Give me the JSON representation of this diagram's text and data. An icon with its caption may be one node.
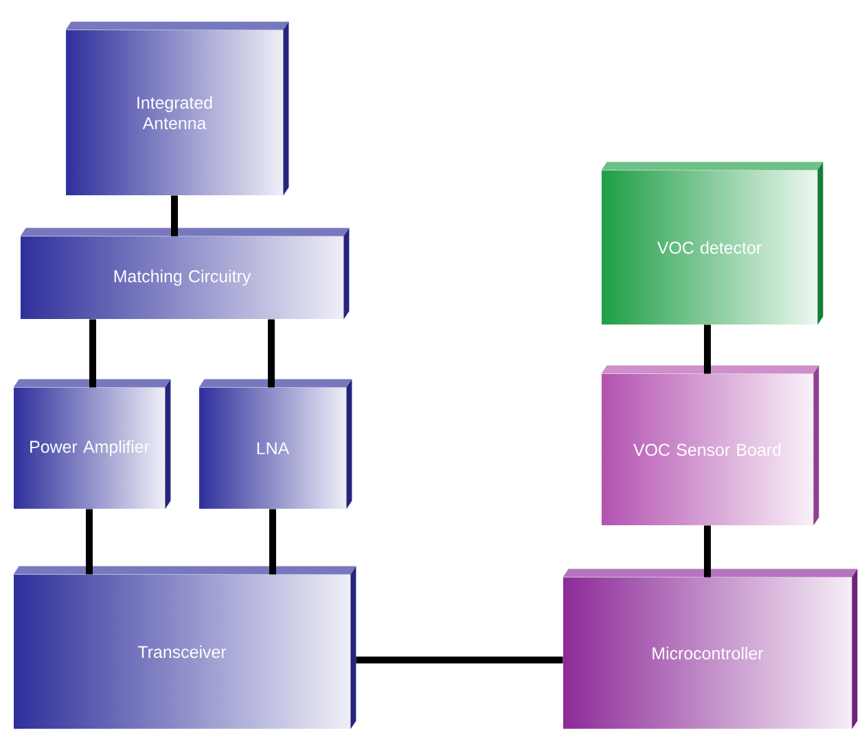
{
  "diagram": {
    "nodes": [
      {
        "text": [
          "Integrated Antenna"
        ]
      },
      {
        "text": [
          "Matching Circuitry"
        ]
      },
      {
        "text": [
          "Power Amplifier"
        ]
      },
      {
        "text": [
          "LNA"
        ]
      },
      {
        "text": [
          "Transceiver"
        ]
      },
      {
        "text": [
          "VOC detector"
        ]
      },
      {
        "text": [
          "VOC Sensor Board"
        ]
      },
      {
        "text": [
          "Microcontroller"
        ]
      }
    ],
    "edges": [
      {
        "from": 0,
        "to": 1,
        "arrow": "none"
      },
      {
        "from": 1,
        "to": 2,
        "arrow": "none"
      },
      {
        "from": 1,
        "to": 3,
        "arrow": "none"
      },
      {
        "from": 2,
        "to": 4,
        "arrow": "none"
      },
      {
        "from": 3,
        "to": 4,
        "arrow": "none"
      },
      {
        "from": 5,
        "to": 6,
        "arrow": "none"
      },
      {
        "from": 6,
        "to": 7,
        "arrow": "none"
      },
      {
        "from": 4,
        "to": 7,
        "arrow": "none"
      }
    ]
  }
}
